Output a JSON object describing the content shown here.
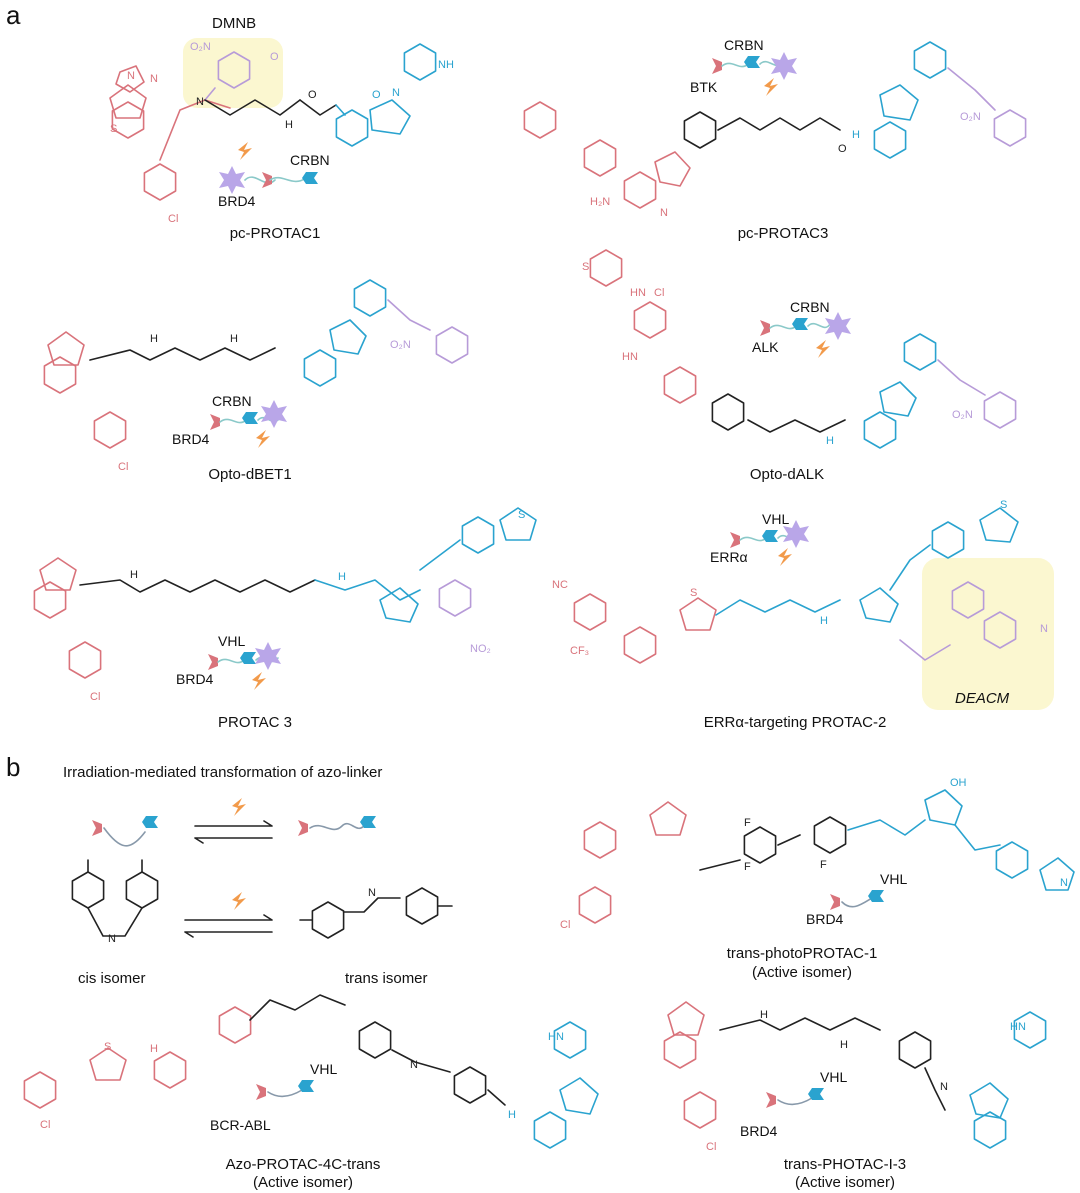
{
  "panels": {
    "a": "a",
    "b": "b"
  },
  "colors": {
    "warhead": "#d9737b",
    "e3_ligand": "#2aa3cf",
    "cage": "#b79bd8",
    "linker": "#222222",
    "highlight": "#fbf7d0",
    "light": "#f29a4a",
    "e3_ligase": "#b9a6e8"
  },
  "compounds": {
    "pc_protac1": "pc-PROTAC1",
    "pc_protac3": "pc-PROTAC3",
    "opto_dbet1": "Opto-dBET1",
    "opto_dalk": "Opto-dALK",
    "protac3": "PROTAC 3",
    "erra_protac2": "ERRα-targeting PROTAC-2",
    "trans_photoprotac1": "trans-photoPROTAC-1",
    "azo_protac4c": "Azo-PROTAC-4C-trans",
    "trans_photac": "trans-PHOTAC-I-3",
    "active_isomer": "(Active isomer)"
  },
  "cages": {
    "dmnb": "DMNB",
    "deacm": "DEACM"
  },
  "targets": {
    "brd4": "BRD4",
    "btk": "BTK",
    "alk": "ALK",
    "erra": "ERRα",
    "bcr_abl": "BCR-ABL",
    "crbn": "CRBN",
    "vhl": "VHL"
  },
  "atoms": {
    "n": "N",
    "nh": "NH",
    "hn": "HN",
    "h": "H",
    "o": "O",
    "s": "S",
    "cl": "Cl",
    "f": "F",
    "nh2": "H₂N",
    "oh": "OH",
    "no2": "O₂N",
    "no2r": "NO₂",
    "nc": "NC",
    "cf3": "CF₃"
  },
  "section_b": {
    "title": "Irradiation-mediated transformation of azo-linker",
    "cis": "cis isomer",
    "trans": "trans isomer"
  }
}
